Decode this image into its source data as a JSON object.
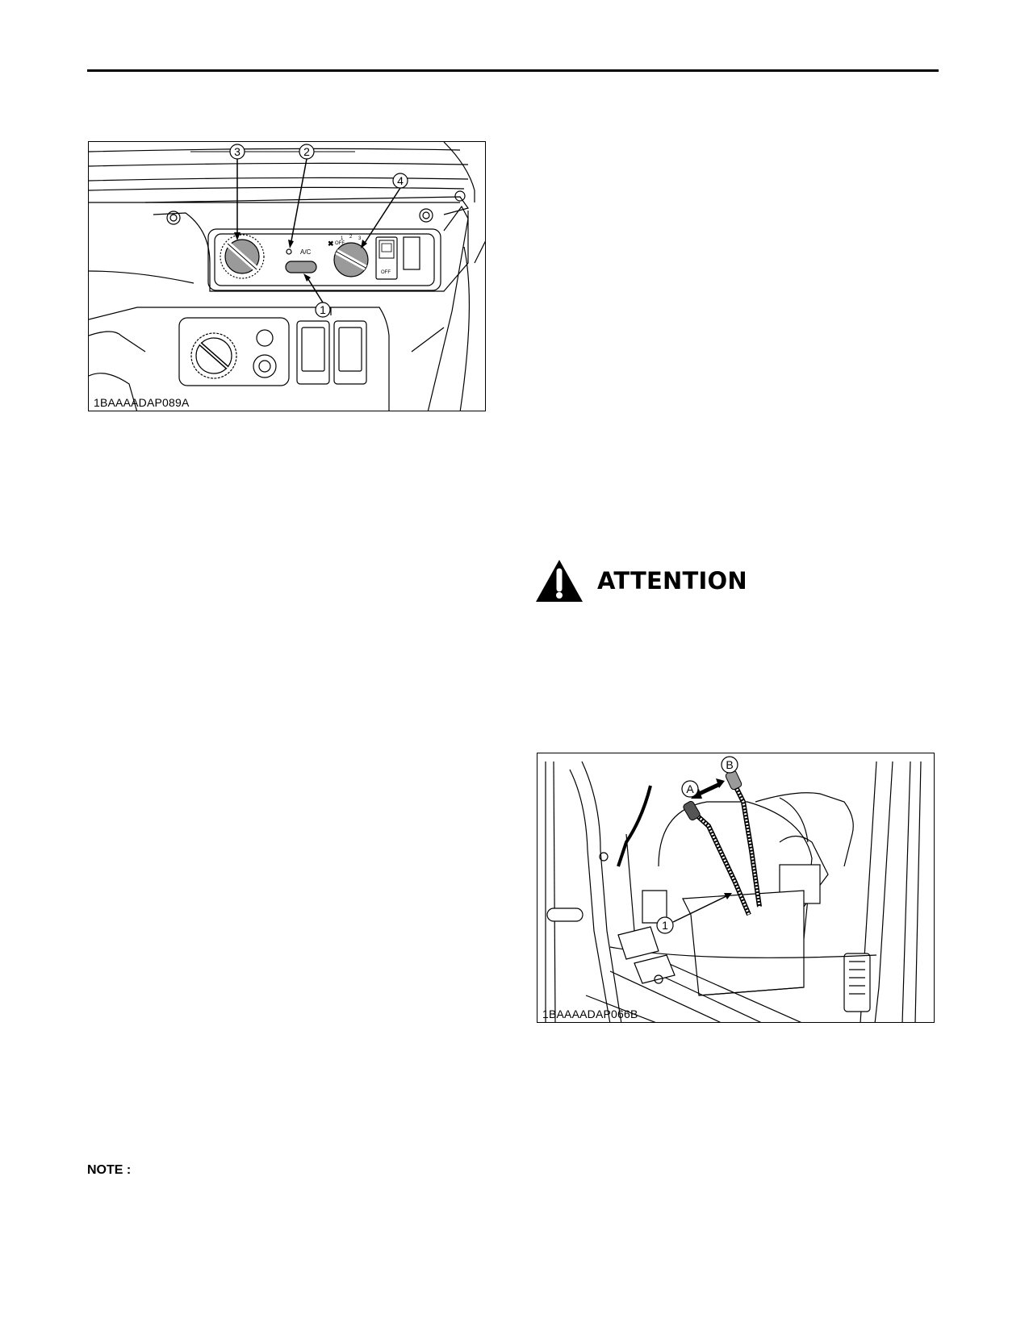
{
  "figure_top": {
    "code": "1BAAAADAP089A",
    "callouts": [
      "3",
      "2",
      "4",
      "1"
    ],
    "panel_labels": {
      "ac": "A/C",
      "fan_off": "OFF",
      "fan_speeds": [
        "1",
        "2",
        "3"
      ],
      "switch_off": "OFF"
    }
  },
  "attention": {
    "title": "ATTENTION",
    "icon": "warning-triangle-icon"
  },
  "figure_bottom": {
    "code": "1BAAAADAP066B",
    "callouts": [
      "B",
      "A",
      "1"
    ]
  },
  "note": {
    "label": "NOTE :"
  }
}
